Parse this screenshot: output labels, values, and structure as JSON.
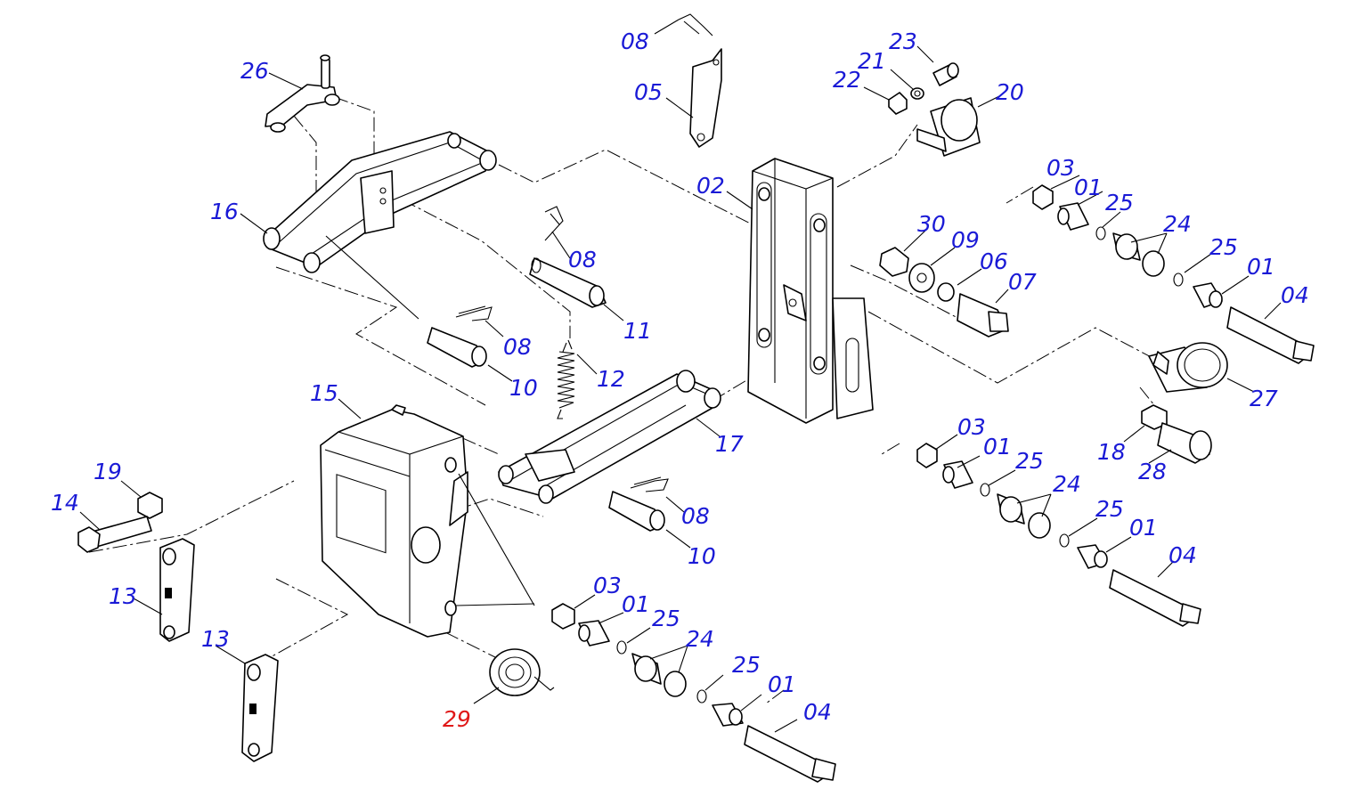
{
  "colors": {
    "label": "#1a1ad6",
    "highlight": "#e01818",
    "line": "#000000",
    "background": "#ffffff"
  },
  "labels": {
    "l08a": "08",
    "l05": "05",
    "l23": "23",
    "l21": "21",
    "l22": "22",
    "l20": "20",
    "l26": "26",
    "l02": "02",
    "l16": "16",
    "l03a": "03",
    "l01a": "01",
    "l25a": "25",
    "l24a": "24",
    "l30": "30",
    "l09": "09",
    "l06": "06",
    "l07": "07",
    "l08b": "08",
    "l25b": "25",
    "l01b": "01",
    "l04a": "04",
    "l11": "11",
    "l08c": "08",
    "l12": "12",
    "l10a": "10",
    "l15": "15",
    "l27": "27",
    "l17": "17",
    "l03b": "03",
    "l01c": "01",
    "l19": "19",
    "l18": "18",
    "l25c": "25",
    "l24b": "24",
    "l28": "28",
    "l14": "14",
    "l08d": "08",
    "l25d": "25",
    "l01d": "01",
    "l10b": "10",
    "l04b": "04",
    "l13a": "13",
    "l03c": "03",
    "l01e": "01",
    "l25e": "25",
    "l13b": "13",
    "l24c": "24",
    "l25f": "25",
    "l01f": "01",
    "l04c": "04",
    "l29": "29"
  }
}
